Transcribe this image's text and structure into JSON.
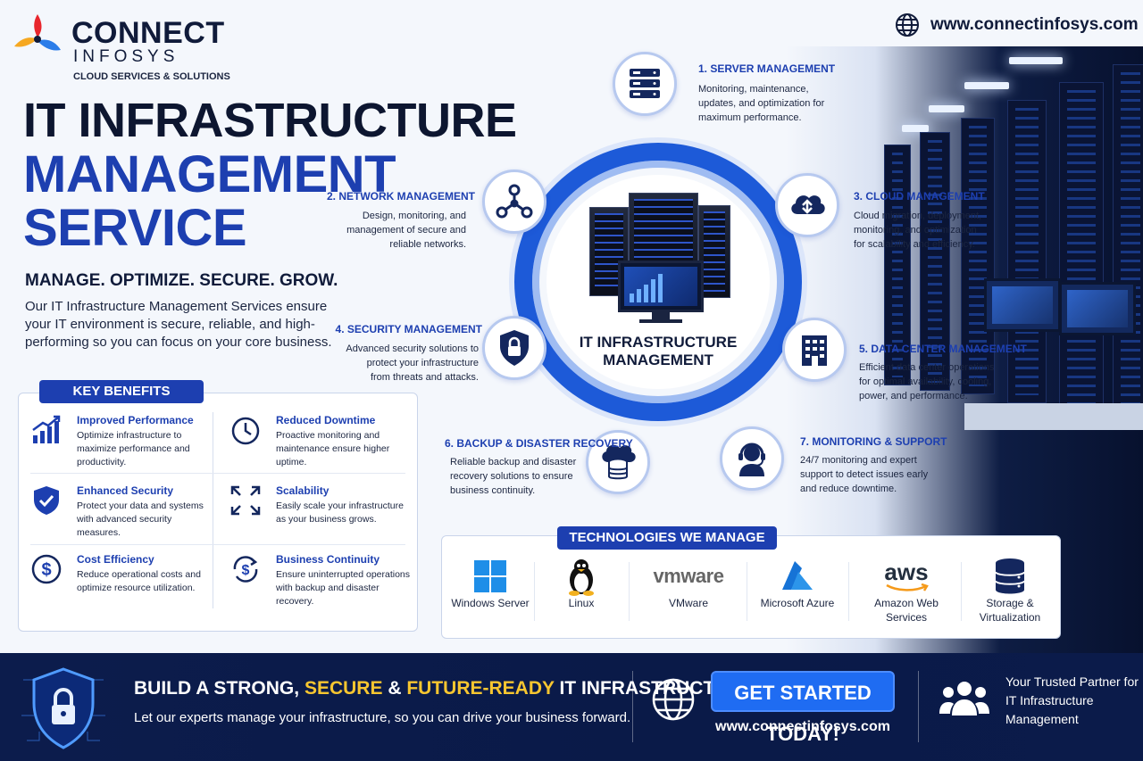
{
  "brand": {
    "name": "CONNECT",
    "sub": "INFOSYS",
    "tagline": "CLOUD SERVICES & SOLUTIONS",
    "website": "www.connectinfosys.com"
  },
  "hero": {
    "title_line1": "IT INFRASTRUCTURE",
    "title_line2": "MANAGEMENT",
    "title_line3": "SERVICE",
    "tagline": "MANAGE. OPTIMIZE. SECURE. GROW.",
    "intro": "Our IT Infrastructure Management Services ensure your IT environment is secure, reliable, and high-performing so you can focus on your core business."
  },
  "key_benefits": {
    "title": "KEY BENEFITS",
    "items": [
      {
        "icon": "bar-chart-icon",
        "title": "Improved Performance",
        "desc": "Optimize infrastructure to maximize performance and productivity."
      },
      {
        "icon": "clock-icon",
        "title": "Reduced Downtime",
        "desc": "Proactive monitoring and maintenance ensure higher uptime."
      },
      {
        "icon": "shield-check-icon",
        "title": "Enhanced Security",
        "desc": "Protect your data and systems with advanced security measures."
      },
      {
        "icon": "expand-arrows-icon",
        "title": "Scalability",
        "desc": "Easily scale your infrastructure as your business grows."
      },
      {
        "icon": "dollar-icon",
        "title": "Cost Efficiency",
        "desc": "Reduce operational costs and optimize resource utilization."
      },
      {
        "icon": "dollar-refresh-icon",
        "title": "Business Continuity",
        "desc": "Ensure uninterrupted operations with backup and disaster recovery."
      }
    ]
  },
  "center": {
    "line1": "IT INFRASTRUCTURE",
    "line2": "MANAGEMENT"
  },
  "services": [
    {
      "icon": "server-icon",
      "title": "1. SERVER MANAGEMENT",
      "desc": "Monitoring, maintenance, updates, and optimization for maximum performance."
    },
    {
      "icon": "network-icon",
      "title": "2. NETWORK MANAGEMENT",
      "desc": "Design, monitoring, and management of secure and reliable networks."
    },
    {
      "icon": "cloud-icon",
      "title": "3. CLOUD MANAGEMENT",
      "desc": "Cloud migration, deployment, monitoring, and optimization for scalability and efficiency."
    },
    {
      "icon": "lock-shield-icon",
      "title": "4. SECURITY MANAGEMENT",
      "desc": "Advanced security solutions to protect your infrastructure from threats and attacks."
    },
    {
      "icon": "building-icon",
      "title": "5. DATA CENTER MANAGEMENT",
      "desc": "Efficient data center operations for optimal availability, cooling, power, and performance."
    },
    {
      "icon": "cloud-database-icon",
      "title": "6. BACKUP & DISASTER RECOVERY",
      "desc": "Reliable backup and disaster recovery solutions to ensure business continuity."
    },
    {
      "icon": "headset-icon",
      "title": "7. MONITORING & SUPPORT",
      "desc": "24/7 monitoring and expert support to detect issues early and reduce downtime."
    }
  ],
  "technologies": {
    "title": "TECHNOLOGIES WE MANAGE",
    "items": [
      {
        "icon": "windows-logo-icon",
        "label": "Windows Server"
      },
      {
        "icon": "linux-penguin-icon",
        "label": "Linux"
      },
      {
        "icon": "vmware-logo-icon",
        "logo_text": "vmware",
        "label": "VMware"
      },
      {
        "icon": "azure-logo-icon",
        "label": "Microsoft Azure"
      },
      {
        "icon": "aws-logo-icon",
        "logo_text": "aws",
        "label": "Amazon Web Services"
      },
      {
        "icon": "database-stack-icon",
        "label": "Storage & Virtualization"
      }
    ]
  },
  "footer": {
    "headline_a": "BUILD A STRONG, ",
    "headline_b": "SECURE",
    "headline_c": " & ",
    "headline_d": "FUTURE-READY",
    "headline_e": " IT INFRASTRUCTURE",
    "sub": "Let our experts manage your infrastructure, so you can drive your business forward.",
    "cta": "GET STARTED TODAY!",
    "website": "www.connectinfosys.com",
    "partner": "Your Trusted Partner for IT Infrastructure Management"
  },
  "colors": {
    "primary_blue": "#1d3fb0",
    "accent_blue": "#1f6cf2",
    "footer_navy": "#0c1c4c",
    "highlight_yellow": "#f7c630"
  }
}
